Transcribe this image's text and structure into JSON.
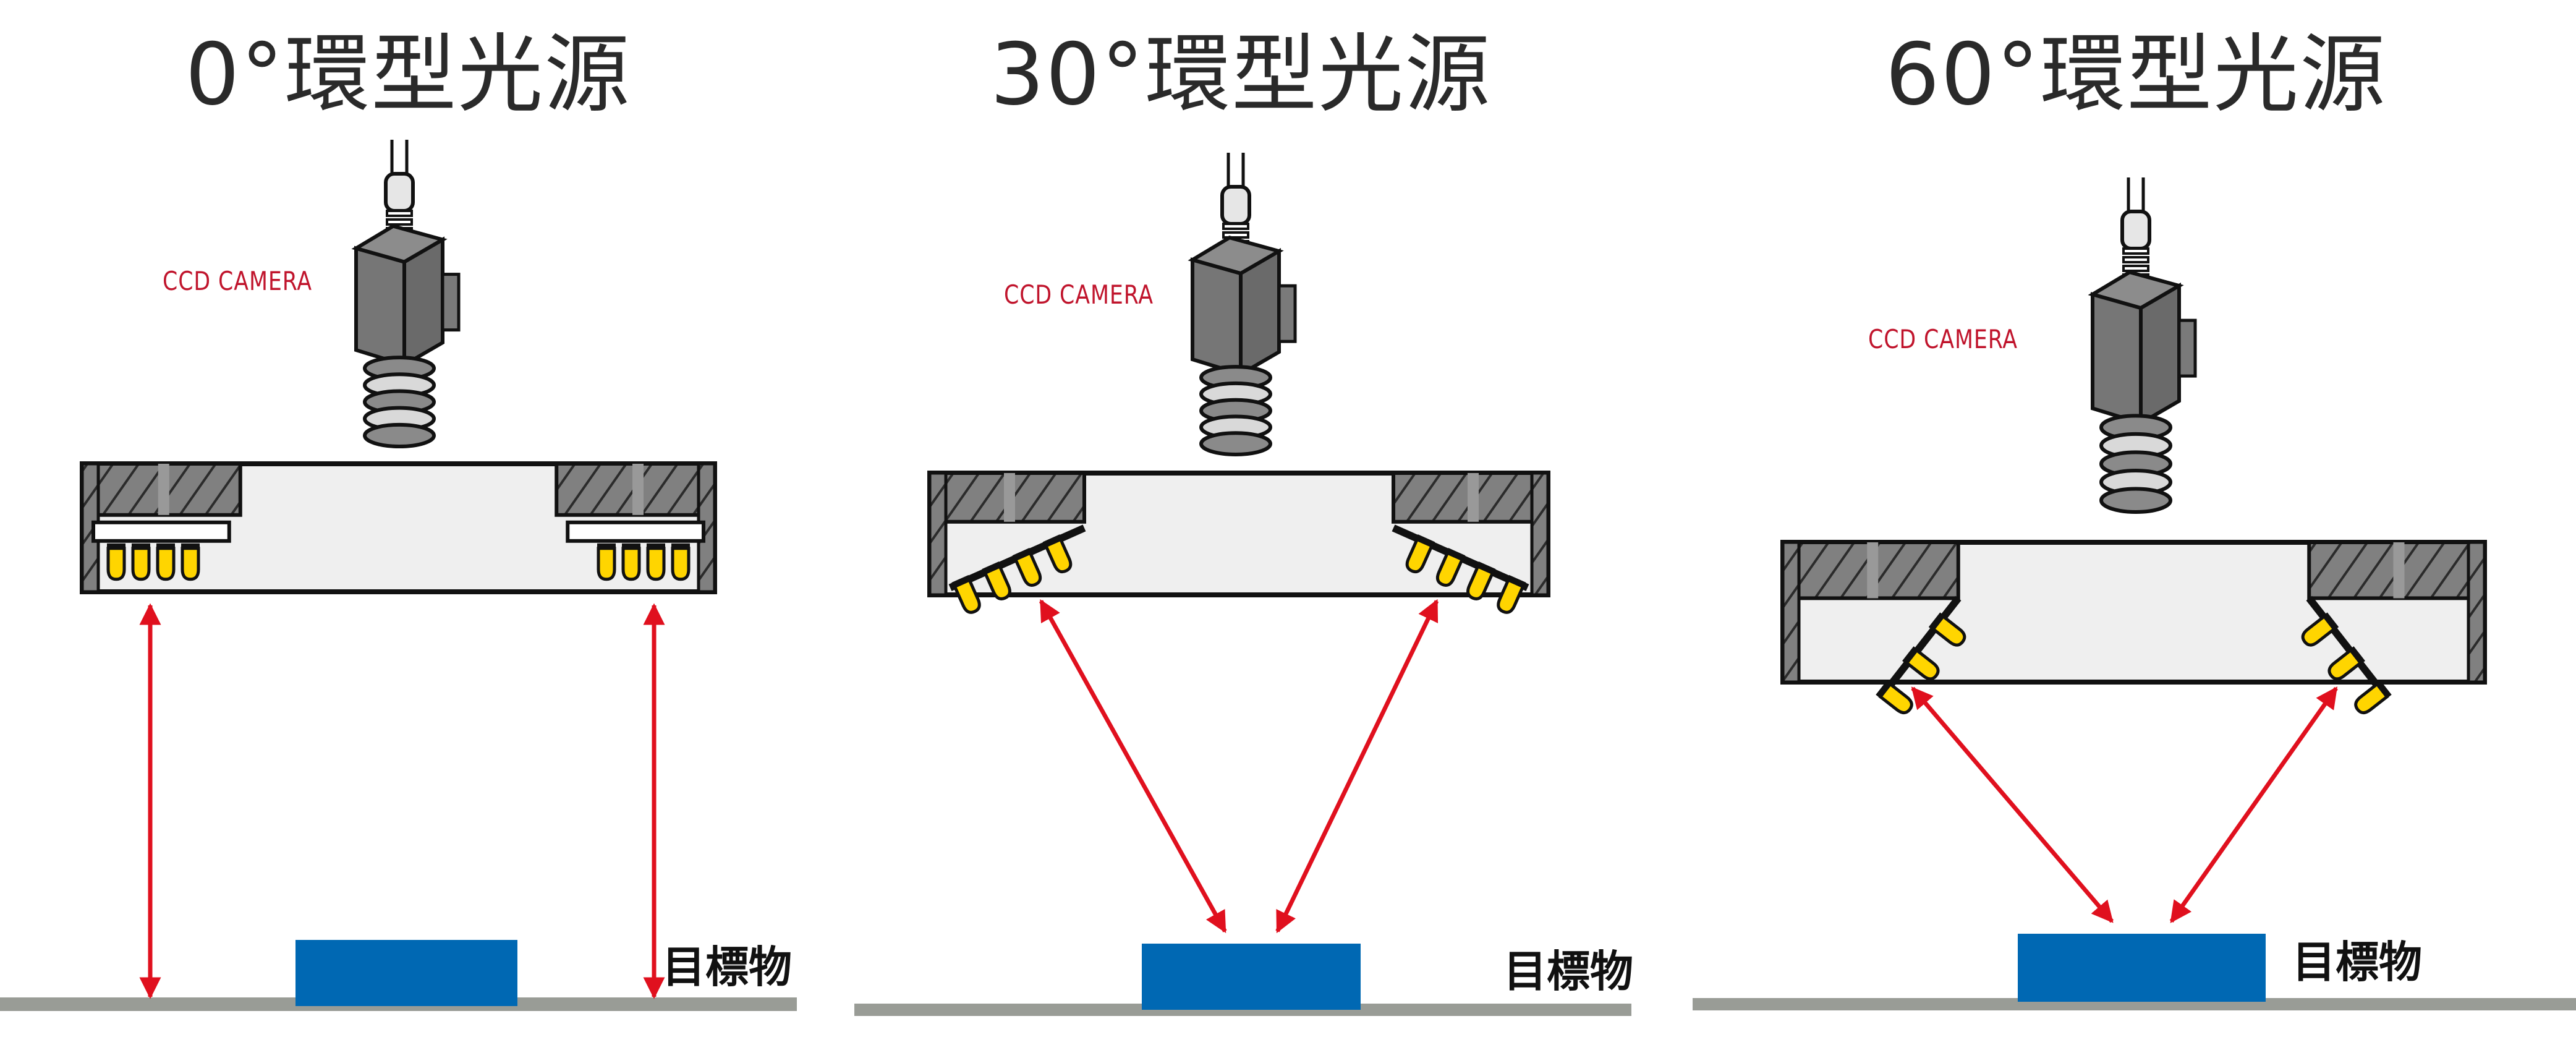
{
  "panels": [
    {
      "id": "0deg",
      "title": "0°環型光源",
      "angle_deg": 0,
      "camera_label": "CCD CAMERA",
      "target_label": "目標物",
      "led_count_per_side": 4
    },
    {
      "id": "30deg",
      "title": "30°環型光源",
      "angle_deg": 30,
      "camera_label": "CCD CAMERA",
      "target_label": "目標物",
      "led_count_per_side": 4
    },
    {
      "id": "60deg",
      "title": "60°環型光源",
      "angle_deg": 60,
      "camera_label": "CCD CAMERA",
      "target_label": "目標物",
      "led_count_per_side": 3
    }
  ],
  "colors": {
    "title_text": "#2a2a2a",
    "camera_label": "#c0142c",
    "light_ray": "#e0101e",
    "target": "#0068b3",
    "floor": "#999c96",
    "housing_hatch": "#7a7a7a",
    "housing_inner": "#efefef",
    "led": "#ffd500"
  }
}
